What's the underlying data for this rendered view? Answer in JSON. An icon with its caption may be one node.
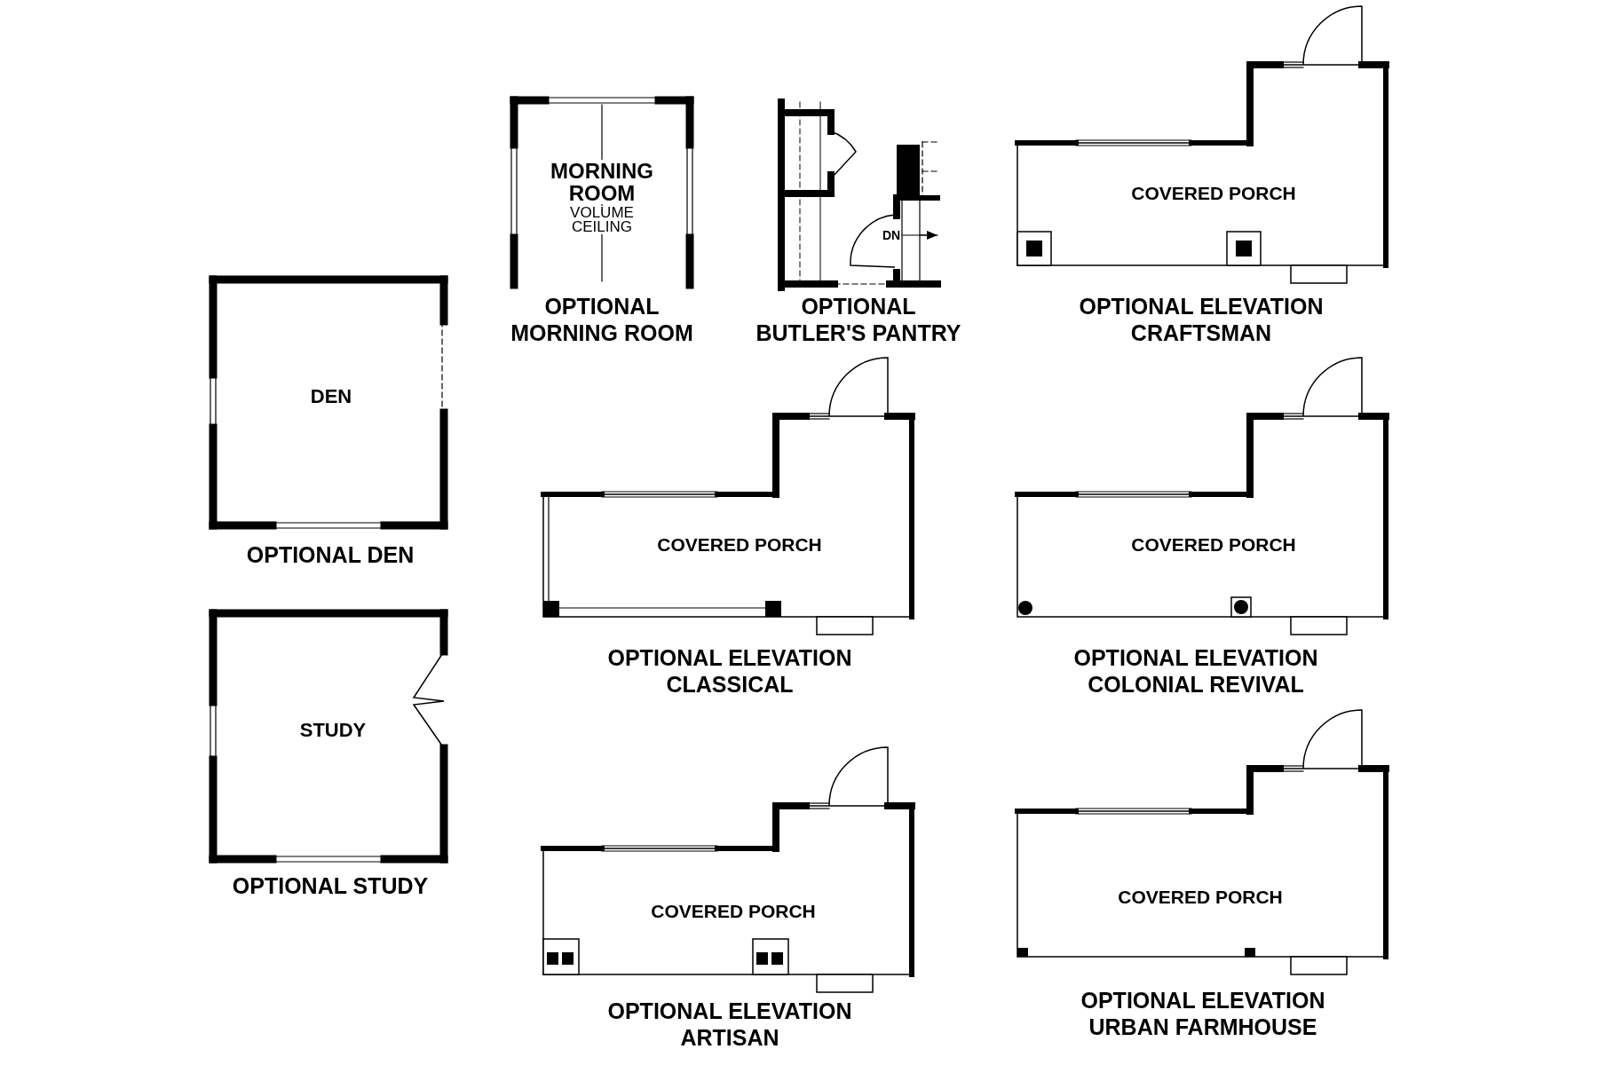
{
  "diagram": {
    "nodes": [
      {
        "text": [
          "DEN"
        ],
        "beside": [
          "OPTIONAL DEN"
        ]
      },
      {
        "text": [
          "STUDY"
        ],
        "beside": [
          "OPTIONAL STUDY"
        ]
      },
      {
        "text": [
          "MORNING ROOM",
          "VOLUME CEILING"
        ],
        "beside": [
          "OPTIONAL MORNING ROOM"
        ]
      },
      {
        "text": [
          "DN"
        ],
        "beside": [
          "OPTIONAL BUTLER'S PANTRY"
        ]
      },
      {
        "text": [
          "COVERED PORCH"
        ],
        "beside": [
          "OPTIONAL ELEVATION CRAFTSMAN"
        ]
      },
      {
        "text": [
          "COVERED PORCH"
        ],
        "beside": [
          "OPTIONAL ELEVATION CLASSICAL"
        ]
      },
      {
        "text": [
          "COVERED PORCH"
        ],
        "beside": [
          "OPTIONAL ELEVATION COLONIAL REVIVAL"
        ]
      },
      {
        "text": [
          "COVERED PORCH"
        ],
        "beside": [
          "OPTIONAL ELEVATION ARTISAN"
        ]
      },
      {
        "text": [
          "COVERED PORCH"
        ],
        "beside": [
          "OPTIONAL ELEVATION URBAN FARMHOUSE"
        ]
      }
    ]
  }
}
